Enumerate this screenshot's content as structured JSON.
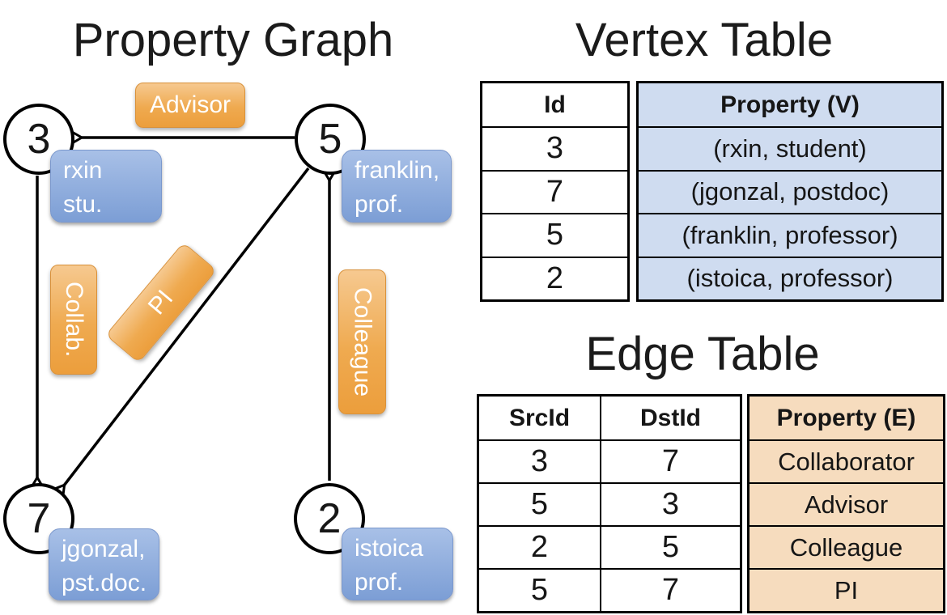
{
  "graph": {
    "title": "Property Graph",
    "nodes": [
      {
        "id": "3",
        "label": [
          "rxin",
          "stu."
        ]
      },
      {
        "id": "5",
        "label": [
          "franklin,",
          "prof."
        ]
      },
      {
        "id": "7",
        "label": [
          "jgonzal,",
          "pst.doc."
        ]
      },
      {
        "id": "2",
        "label": [
          "istoica",
          "prof."
        ]
      }
    ],
    "edge_labels": {
      "advisor": "Advisor",
      "collab": "Collab.",
      "pi": "PI",
      "colleague": "Colleague"
    }
  },
  "vertex_table": {
    "title": "Vertex Table",
    "columns": {
      "id": "Id",
      "property": "Property (V)"
    },
    "rows": [
      {
        "id": "3",
        "property": "(rxin, student)"
      },
      {
        "id": "7",
        "property": "(jgonzal, postdoc)"
      },
      {
        "id": "5",
        "property": "(franklin, professor)"
      },
      {
        "id": "2",
        "property": "(istoica, professor)"
      }
    ]
  },
  "edge_table": {
    "title": "Edge Table",
    "columns": {
      "src": "SrcId",
      "dst": "DstId",
      "property": "Property (E)"
    },
    "rows": [
      {
        "src": "3",
        "dst": "7",
        "property": "Collaborator"
      },
      {
        "src": "5",
        "dst": "3",
        "property": "Advisor"
      },
      {
        "src": "2",
        "dst": "5",
        "property": "Colleague"
      },
      {
        "src": "5",
        "dst": "7",
        "property": "PI"
      }
    ]
  },
  "colors": {
    "edge_label_top": "#f6c990",
    "edge_label_mid": "#efaa50",
    "edge_label_bottom": "#ec9e3c",
    "edge_label_border": "#d9913a",
    "vertex_label_top": "#a8c0e7",
    "vertex_label_bottom": "#7c9ed5",
    "vertex_label_border": "#7b98cd",
    "vertex_col_bg": "#cfdcf0",
    "edge_col_bg": "#f6dcbe",
    "line": "#000000"
  }
}
